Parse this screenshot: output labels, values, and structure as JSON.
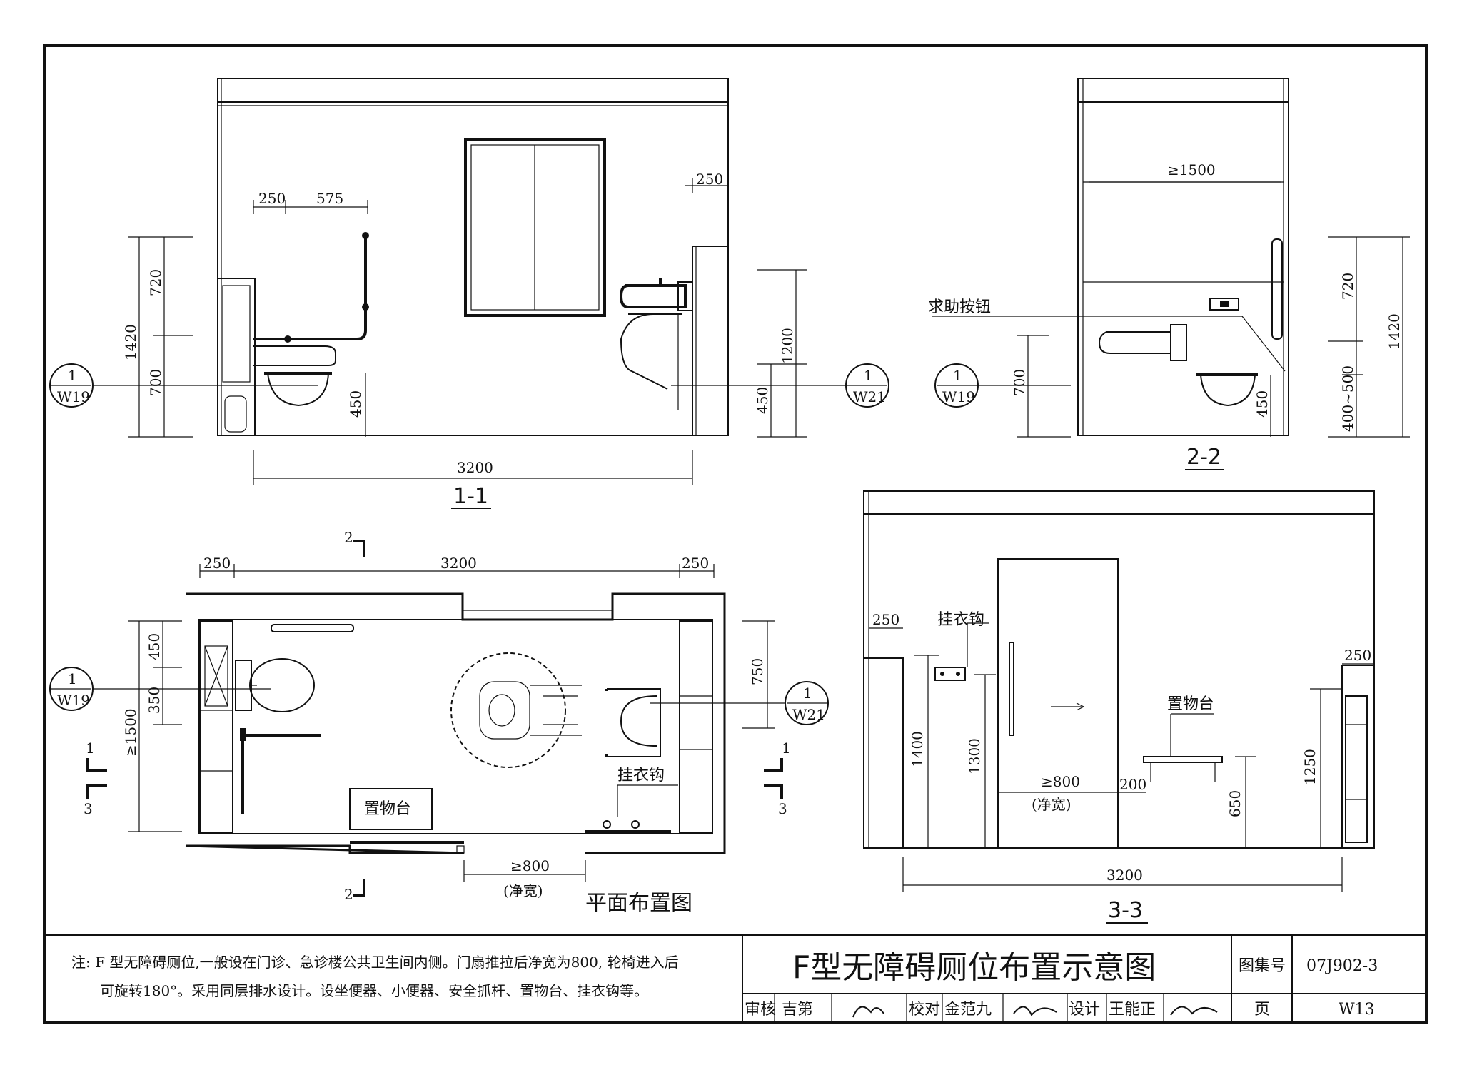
{
  "section_1_1": {
    "title": "1-1",
    "dims": {
      "grab_left": "250",
      "grab_span": "575",
      "right_top": "250",
      "h_total": "1420",
      "h_upper": "720",
      "h_lower": "700",
      "h_seat": "450",
      "h_right_total": "1200",
      "h_right_lower": "450",
      "width": "3200"
    },
    "ref_left": {
      "num": "1",
      "sheet": "W19"
    },
    "ref_right": {
      "num": "1",
      "sheet": "W21"
    }
  },
  "section_2_2": {
    "title": "2-2",
    "dims": {
      "width": "≥1500",
      "h_upper": "720",
      "h_total": "1420",
      "h_left": "700",
      "h_seat": "450",
      "h_range": "400~500"
    },
    "help_button": "求助按钮",
    "ref": {
      "num": "1",
      "sheet": "W19"
    }
  },
  "plan": {
    "title": "平面布置图",
    "dims": {
      "left": "250",
      "middle": "3200",
      "right": "250",
      "top_left": "450",
      "mid_left": "350",
      "depth": "≥1500",
      "right_h": "750",
      "door": "≥800",
      "door_note": "(净宽)"
    },
    "cut_2_top": "2",
    "cut_2_bottom": "2",
    "cut_1_left": "1",
    "cut_3_left": "3",
    "cut_1_right": "1",
    "cut_3_right": "3",
    "shelf_label": "置物台",
    "hook_label": "挂衣钩",
    "ref_left": {
      "num": "1",
      "sheet": "W19"
    },
    "ref_right": {
      "num": "1",
      "sheet": "W21"
    }
  },
  "section_3_3": {
    "title": "3-3",
    "hook_label": "挂衣钩",
    "shelf_label": "置物台",
    "dims": {
      "left_w": "250",
      "right_w": "250",
      "h_1400": "1400",
      "h_1300": "1300",
      "door": "≥800",
      "door_note": "(净宽)",
      "gap": "200",
      "h_650": "650",
      "h_1250": "1250",
      "width": "3200"
    }
  },
  "title_block": {
    "note_line1": "注: F 型无障碍厕位,一般设在门诊、急诊楼公共卫生间内侧。门扇推拉后净宽为800, 轮椅进入后",
    "note_line2": "可旋转180°。采用同层排水设计。设坐便器、小便器、安全抓杆、置物台、挂衣钩等。",
    "main_title": "F型无障碍厕位布置示意图",
    "atlas_label": "图集号",
    "atlas_no": "07J902-3",
    "page_label": "页",
    "page_no": "W13",
    "review_label": "审核",
    "reviewer": "吉第",
    "check_label": "校对",
    "checker": "金范九",
    "design_label": "设计",
    "designer": "王能正"
  }
}
